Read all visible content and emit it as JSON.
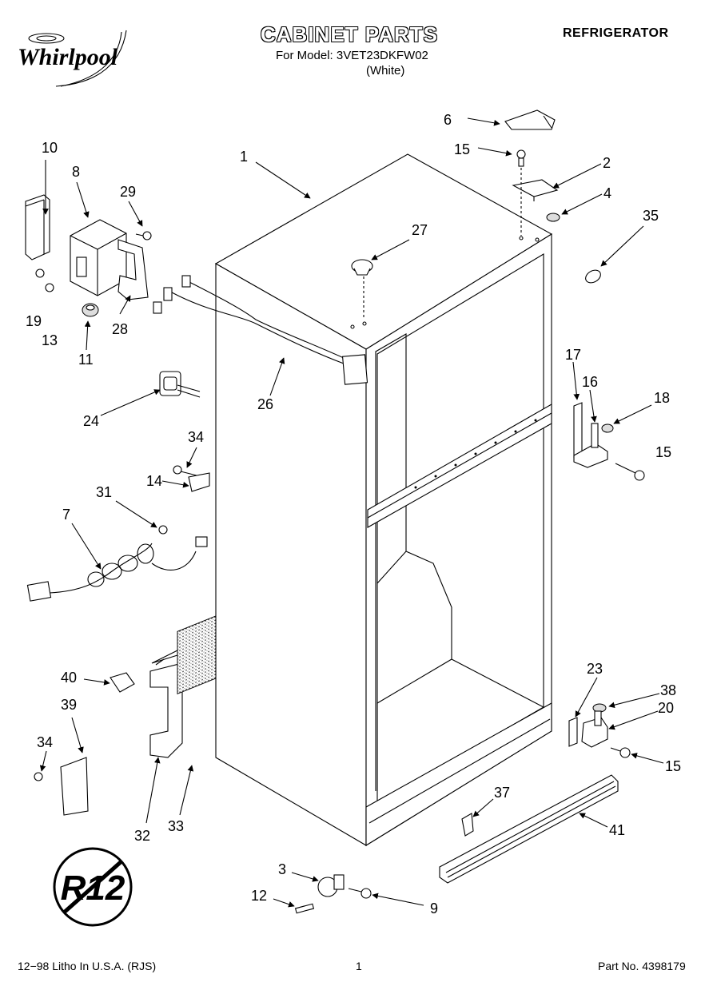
{
  "header": {
    "brand": "Whirlpool",
    "title": "CABINET PARTS",
    "model_line": "For Model: 3VET23DKFW02",
    "color_line": "(White)",
    "category": "REFRIGERATOR"
  },
  "badge": {
    "text": "R12"
  },
  "footer": {
    "left": "12−98 Litho In U.S.A. (RJS)",
    "center": "1",
    "right": "Part No. 4398179"
  },
  "callouts": {
    "c1": "1",
    "c2": "2",
    "c3": "3",
    "c4": "4",
    "c6": "6",
    "c7": "7",
    "c8": "8",
    "c9": "9",
    "c10": "10",
    "c11": "11",
    "c12": "12",
    "c13": "13",
    "c14": "14",
    "c15a": "15",
    "c15b": "15",
    "c15c": "15",
    "c16": "16",
    "c17": "17",
    "c18": "18",
    "c19": "19",
    "c20": "20",
    "c23": "23",
    "c24": "24",
    "c26": "26",
    "c27": "27",
    "c28": "28",
    "c29": "29",
    "c31": "31",
    "c32": "32",
    "c33": "33",
    "c34a": "34",
    "c34b": "34",
    "c35": "35",
    "c37": "37",
    "c38": "38",
    "c39": "39",
    "c40": "40",
    "c41": "41"
  }
}
